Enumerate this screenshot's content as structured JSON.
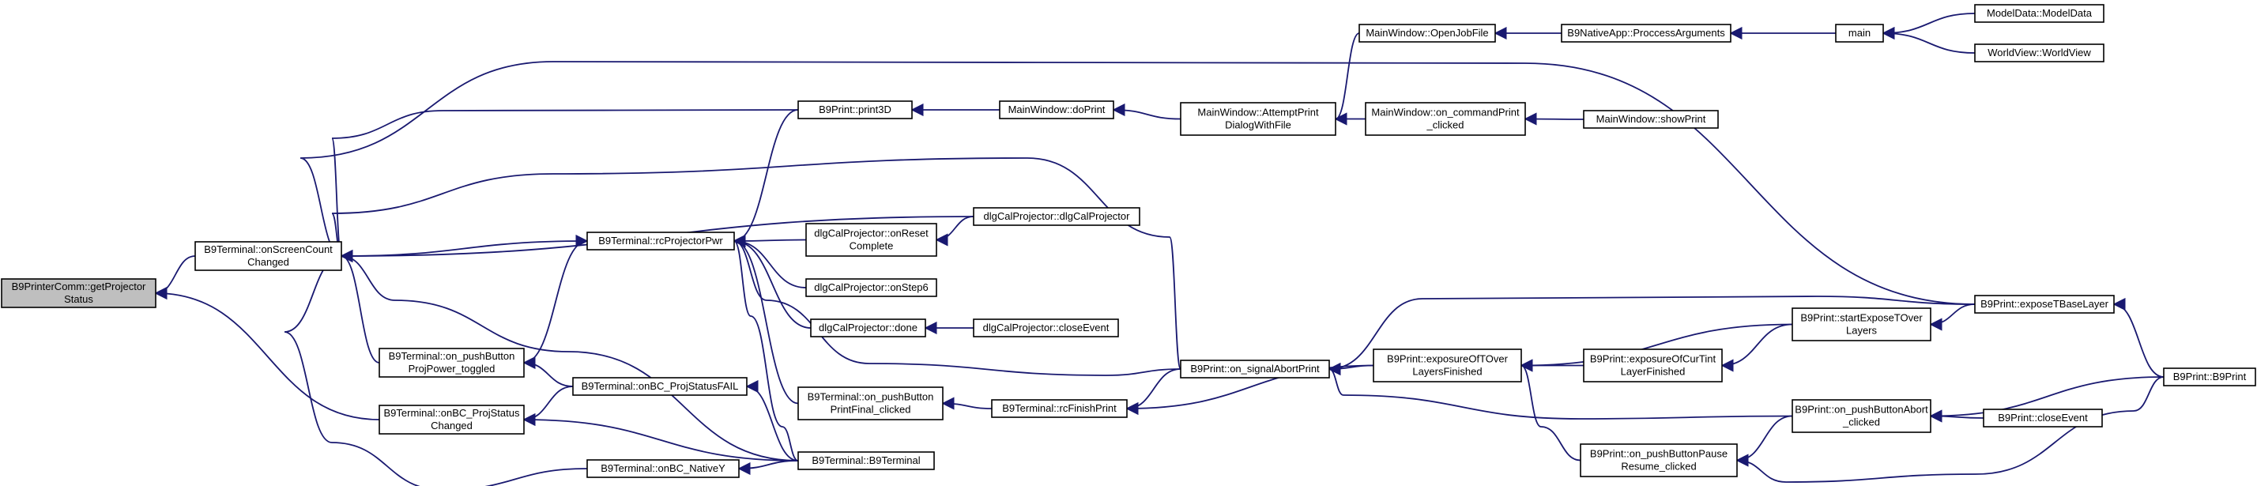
{
  "graph": {
    "edge_color": "#191970",
    "root_fill": "#bfbfbf",
    "nodes": [
      {
        "id": "getProjectorStatus",
        "lines": [
          "B9PrinterComm::getProjector",
          "Status"
        ],
        "root": true
      },
      {
        "id": "onScreenCountChanged",
        "lines": [
          "B9Terminal::onScreenCount",
          "Changed"
        ]
      },
      {
        "id": "onBC_ProjStatusChanged",
        "lines": [
          "B9Terminal::onBC_ProjStatus",
          "Changed"
        ]
      },
      {
        "id": "onBC_NativeY",
        "lines": [
          "B9Terminal::onBC_NativeY"
        ]
      },
      {
        "id": "on_pushButtonProjPower_toggled",
        "lines": [
          "B9Terminal::on_pushButton",
          "ProjPower_toggled"
        ]
      },
      {
        "id": "rcProjectorPwr",
        "lines": [
          "B9Terminal::rcProjectorPwr"
        ]
      },
      {
        "id": "onBC_ProjStatusFAIL",
        "lines": [
          "B9Terminal::onBC_ProjStatusFAIL"
        ]
      },
      {
        "id": "B9Terminal",
        "lines": [
          "B9Terminal::B9Terminal"
        ]
      },
      {
        "id": "print3D",
        "lines": [
          "B9Print::print3D"
        ]
      },
      {
        "id": "doPrint",
        "lines": [
          "MainWindow::doPrint"
        ]
      },
      {
        "id": "AttemptPrintDialogWithFile",
        "lines": [
          "MainWindow::AttemptPrint",
          "DialogWithFile"
        ]
      },
      {
        "id": "OpenJobFile",
        "lines": [
          "MainWindow::OpenJobFile"
        ]
      },
      {
        "id": "ProccessArguments",
        "lines": [
          "B9NativeApp::ProccessArguments"
        ]
      },
      {
        "id": "main",
        "lines": [
          "main"
        ]
      },
      {
        "id": "ModelData",
        "lines": [
          "ModelData::ModelData"
        ]
      },
      {
        "id": "WorldView",
        "lines": [
          "WorldView::WorldView"
        ]
      },
      {
        "id": "on_commandPrint_clicked",
        "lines": [
          "MainWindow::on_commandPrint",
          "_clicked"
        ]
      },
      {
        "id": "showPrint",
        "lines": [
          "MainWindow::showPrint"
        ]
      },
      {
        "id": "dlgCalProjector",
        "lines": [
          "dlgCalProjector::dlgCalProjector"
        ]
      },
      {
        "id": "onResetComplete",
        "lines": [
          "dlgCalProjector::onReset",
          "Complete"
        ]
      },
      {
        "id": "onStep6",
        "lines": [
          "dlgCalProjector::onStep6"
        ]
      },
      {
        "id": "done",
        "lines": [
          "dlgCalProjector::done"
        ]
      },
      {
        "id": "closeEventDlg",
        "lines": [
          "dlgCalProjector::closeEvent"
        ]
      },
      {
        "id": "on_pushButtonPrintFinal_clicked",
        "lines": [
          "B9Terminal::on_pushButton",
          "PrintFinal_clicked"
        ]
      },
      {
        "id": "rcFinishPrint",
        "lines": [
          "B9Terminal::rcFinishPrint"
        ]
      },
      {
        "id": "on_signalAbortPrint",
        "lines": [
          "B9Print::on_signalAbortPrint"
        ]
      },
      {
        "id": "exposureOfTOverLayersFinished",
        "lines": [
          "B9Print::exposureOfTOver",
          "LayersFinished"
        ]
      },
      {
        "id": "exposureOfCurTintLayerFinished",
        "lines": [
          "B9Print::exposureOfCurTint",
          "LayerFinished"
        ]
      },
      {
        "id": "startExposeTOverLayers",
        "lines": [
          "B9Print::startExposeTOver",
          "Layers"
        ]
      },
      {
        "id": "exposeTBaseLayer",
        "lines": [
          "B9Print::exposeTBaseLayer"
        ]
      },
      {
        "id": "on_pushButtonAbort_clicked",
        "lines": [
          "B9Print::on_pushButtonAbort",
          "_clicked"
        ]
      },
      {
        "id": "on_pushButtonPauseResume_clicked",
        "lines": [
          "B9Print::on_pushButtonPause",
          "Resume_clicked"
        ]
      },
      {
        "id": "B9Print",
        "lines": [
          "B9Print::B9Print"
        ]
      },
      {
        "id": "closeEventPrint",
        "lines": [
          "B9Print::closeEvent"
        ]
      }
    ],
    "edges": [
      {
        "from": "onScreenCountChanged",
        "to": "getProjectorStatus"
      },
      {
        "from": "onBC_ProjStatusChanged",
        "to": "getProjectorStatus"
      },
      {
        "from": "print3D",
        "to": "onScreenCountChanged"
      },
      {
        "from": "exposeTBaseLayer",
        "to": "onScreenCountChanged"
      },
      {
        "from": "on_signalAbortPrint",
        "to": "onScreenCountChanged"
      },
      {
        "from": "dlgCalProjector",
        "to": "onScreenCountChanged"
      },
      {
        "from": "rcProjectorPwr",
        "to": "onScreenCountChanged"
      },
      {
        "from": "on_pushButtonProjPower_toggled",
        "to": "onScreenCountChanged"
      },
      {
        "from": "B9Terminal",
        "to": "onScreenCountChanged"
      },
      {
        "from": "onBC_NativeY",
        "to": "onScreenCountChanged"
      },
      {
        "from": "on_pushButtonProjPower_toggled",
        "to": "rcProjectorPwr"
      },
      {
        "from": "onBC_ProjStatusFAIL",
        "to": "on_pushButtonProjPower_toggled"
      },
      {
        "from": "onBC_ProjStatusFAIL",
        "to": "onBC_ProjStatusChanged"
      },
      {
        "from": "B9Terminal",
        "to": "onBC_ProjStatusChanged"
      },
      {
        "from": "B9Terminal",
        "to": "onBC_ProjStatusFAIL"
      },
      {
        "from": "B9Terminal",
        "to": "onBC_NativeY"
      },
      {
        "from": "print3D",
        "to": "rcProjectorPwr"
      },
      {
        "from": "onResetComplete",
        "to": "rcProjectorPwr"
      },
      {
        "from": "onStep6",
        "to": "rcProjectorPwr"
      },
      {
        "from": "done",
        "to": "rcProjectorPwr"
      },
      {
        "from": "on_pushButtonPrintFinal_clicked",
        "to": "rcProjectorPwr"
      },
      {
        "from": "on_signalAbortPrint",
        "to": "rcProjectorPwr"
      },
      {
        "from": "B9Terminal",
        "to": "rcProjectorPwr"
      },
      {
        "from": "dlgCalProjector",
        "to": "onResetComplete"
      },
      {
        "from": "closeEventDlg",
        "to": "done"
      },
      {
        "from": "rcFinishPrint",
        "to": "on_pushButtonPrintFinal_clicked"
      },
      {
        "from": "on_signalAbortPrint",
        "to": "rcFinishPrint"
      },
      {
        "from": "exposureOfTOverLayersFinished",
        "to": "rcFinishPrint"
      },
      {
        "from": "exposureOfTOverLayersFinished",
        "to": "on_signalAbortPrint"
      },
      {
        "from": "exposeTBaseLayer",
        "to": "on_signalAbortPrint"
      },
      {
        "from": "on_pushButtonAbort_clicked",
        "to": "on_signalAbortPrint"
      },
      {
        "from": "exposureOfCurTintLayerFinished",
        "to": "exposureOfTOverLayersFinished"
      },
      {
        "from": "startExposeTOverLayers",
        "to": "exposureOfTOverLayersFinished"
      },
      {
        "from": "on_pushButtonPauseResume_clicked",
        "to": "exposureOfTOverLayersFinished"
      },
      {
        "from": "startExposeTOverLayers",
        "to": "exposureOfCurTintLayerFinished"
      },
      {
        "from": "exposeTBaseLayer",
        "to": "startExposeTOverLayers"
      },
      {
        "from": "B9Print",
        "to": "exposeTBaseLayer"
      },
      {
        "from": "B9Print",
        "to": "on_pushButtonAbort_clicked"
      },
      {
        "from": "closeEventPrint",
        "to": "on_pushButtonAbort_clicked"
      },
      {
        "from": "on_pushButtonAbort_clicked",
        "to": "on_pushButtonPauseResume_clicked"
      },
      {
        "from": "B9Print",
        "to": "on_pushButtonPauseResume_clicked"
      },
      {
        "from": "doPrint",
        "to": "print3D"
      },
      {
        "from": "AttemptPrintDialogWithFile",
        "to": "doPrint"
      },
      {
        "from": "OpenJobFile",
        "to": "AttemptPrintDialogWithFile"
      },
      {
        "from": "on_commandPrint_clicked",
        "to": "AttemptPrintDialogWithFile"
      },
      {
        "from": "showPrint",
        "to": "on_commandPrint_clicked"
      },
      {
        "from": "ProccessArguments",
        "to": "OpenJobFile"
      },
      {
        "from": "main",
        "to": "ProccessArguments"
      },
      {
        "from": "ModelData",
        "to": "main"
      },
      {
        "from": "WorldView",
        "to": "main"
      }
    ]
  }
}
